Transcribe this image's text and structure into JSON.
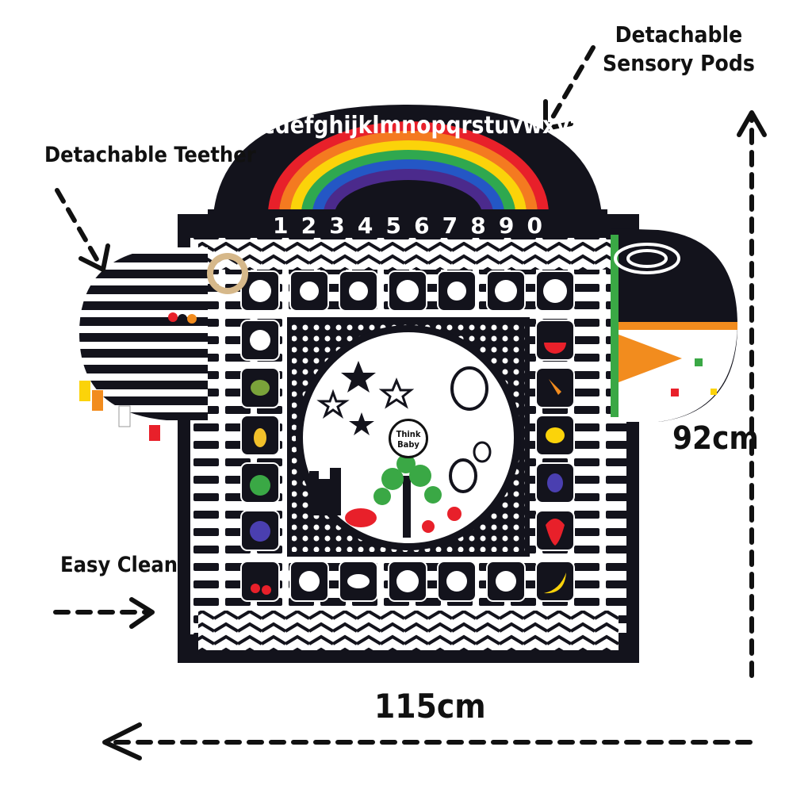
{
  "labels": {
    "sensory_pods": "Detachable\nSensory Pods",
    "teether": "Detachable Teether",
    "easy_clean": "Easy Clean",
    "height": "92cm",
    "width": "115cm"
  },
  "mat": {
    "alphabet": "abcdefghijklmnopqrstuvwxyz",
    "numbers": [
      "1",
      "2",
      "3",
      "4",
      "5",
      "6",
      "7",
      "8",
      "9",
      "0"
    ],
    "brand_line1": "Think",
    "brand_line2": "Baby"
  },
  "colors": {
    "mat_black": "#13131c",
    "rainbow": [
      "#e8202a",
      "#f47a20",
      "#fbd30a",
      "#2fa84f",
      "#2457c5",
      "#4b2a8c"
    ],
    "accent_orange": "#f28c1e",
    "leaf_green": "#3aa845"
  }
}
